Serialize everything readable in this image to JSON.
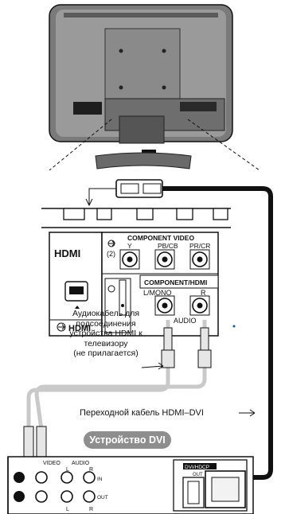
{
  "tv_panel": {
    "hdmi_logo": "HDMI",
    "hdmi_input_marker": "(2)",
    "component_video_title": "COMPONENT VIDEO",
    "component_video_jacks": [
      "Y",
      "PB/CB",
      "PR/CR"
    ],
    "component_hdmi_title": "COMPONENT/HDMI",
    "audio_jacks": [
      "L/MONO",
      "R"
    ],
    "audio_label": "AUDIO",
    "hdmi_port_label": "HDMI"
  },
  "labels": {
    "audio_cable": [
      "Аудиокабель для",
      "подсоединения",
      "устройства HDMI к",
      "телевизору",
      "(не прилагается)"
    ],
    "adapter_cable": "Переходной кабель HDMI–DVI",
    "dvi_device": "Устройство DVI"
  },
  "dvi_device": {
    "video_label": "VIDEO",
    "audio_label": "AUDIO",
    "left_label": "L",
    "right_label": "R",
    "in_label": "IN",
    "out_label": "OUT",
    "dvi_port_label": "DVI/HDCP",
    "dvi_out_label": "OUT"
  },
  "colors": {
    "line": "#111111",
    "gray_fill": "#c9c9c9",
    "dark_fill": "#2b2b2b",
    "badge": "#8e8e8e",
    "audio_plug": "#e6e6e6"
  }
}
